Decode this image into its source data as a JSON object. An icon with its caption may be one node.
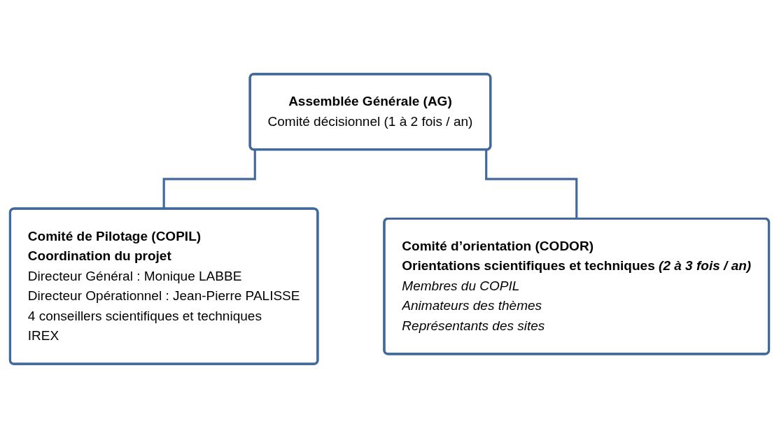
{
  "diagram": {
    "nodes": [
      {
        "text": [
          "Assemblée Générale (AG)",
          "Comité décisionnel (1 à 2 fois / an)"
        ]
      },
      {
        "text": [
          "Comité de Pilotage (COPIL)",
          "Coordination du projet",
          "Directeur Général : Monique LABBE",
          "Directeur Opérationnel : Jean-Pierre PALISSE",
          "4 conseillers scientifiques et techniques",
          "IREX"
        ]
      },
      {
        "text": [
          "Comité d’orientation (CODOR)",
          "Orientations scientifiques et techniques *(2 à 3 fois / an)*",
          "Membres du COPIL",
          "Animateurs des thèmes",
          "Représentants des sites"
        ]
      }
    ],
    "edges": [
      {
        "from": 0,
        "to": 1,
        "arrow": "none"
      },
      {
        "from": 0,
        "to": 2,
        "arrow": "none"
      }
    ]
  }
}
